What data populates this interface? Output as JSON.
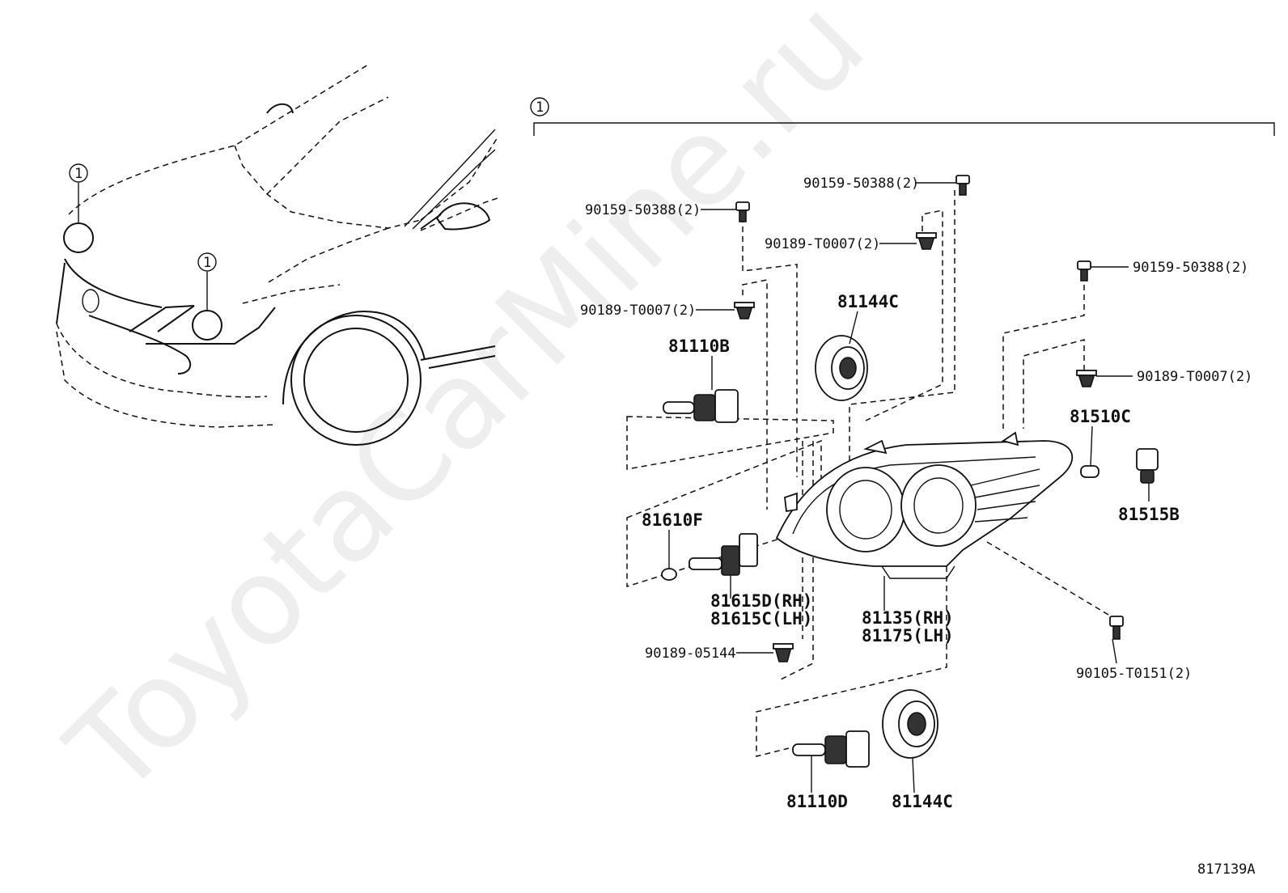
{
  "watermark": "ToyotaCarMine.ru",
  "diagram_id": "817139A",
  "callout_ref": "1",
  "labels": {
    "bolt_top_center": "90159-50388(2)",
    "bolt_top_left": "90159-50388(2)",
    "bolt_right": "90159-50388(2)",
    "clip_top_center": "90189-T0007(2)",
    "clip_left": "90189-T0007(2)",
    "clip_right": "90189-T0007(2)",
    "cover_top": "81144C",
    "cover_bottom": "81144C",
    "bulb_high": "81110B",
    "bulb_low": "81110D",
    "bulb_side": "81610F",
    "socket_1": "81615D(RH)",
    "socket_2": "81615C(LH)",
    "headlamp_1": "81135(RH)",
    "headlamp_2": "81175(LH)",
    "bulb_turn": "81510C",
    "socket_turn": "81515B",
    "clip_bottom": "90189-05144",
    "screw_bottom": "90105-T0151(2)"
  }
}
